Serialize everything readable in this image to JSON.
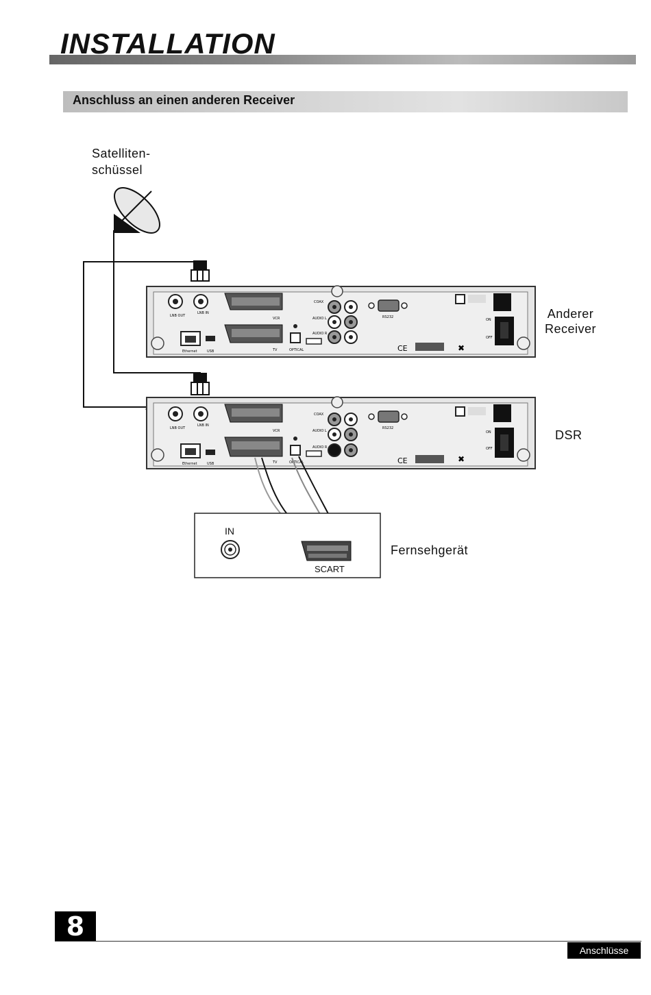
{
  "header": {
    "title": "INSTALLATION"
  },
  "section": {
    "title": "Anschluss an einen anderen Receiver"
  },
  "diagram": {
    "dish_label_line1": "Satelliten-",
    "dish_label_line2": "schüssel",
    "receiver_label_line1": "Anderer",
    "receiver_label_line2": "Receiver",
    "dsr_label": "DSR",
    "tv_label": "Fernsehgerät",
    "tv_in_label": "IN",
    "tv_scart_label": "SCART",
    "panel": {
      "lnb_out": "LNB OUT",
      "lnb_in": "LNB IN",
      "vcr": "VCR",
      "tv": "TV",
      "coax": "COAX",
      "audio_l": "AUDIO L",
      "audio_r": "AUDIO R",
      "optical": "OPTICAL",
      "rs232": "RS232",
      "ethernet": "Ethernet",
      "usb": "USB",
      "on": "ON",
      "off": "OFF",
      "ce": "CE"
    }
  },
  "footer": {
    "page_number": "8",
    "section_tab": "Anschlüsse"
  }
}
